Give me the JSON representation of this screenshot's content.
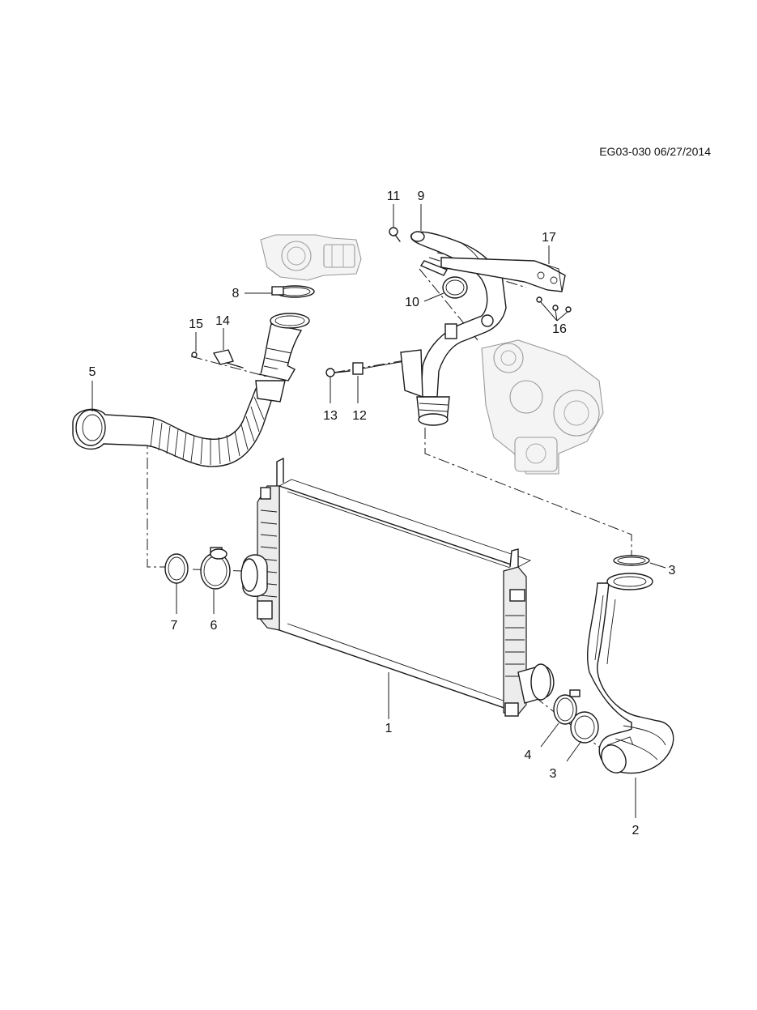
{
  "reference": "EG03-030 06/27/2014",
  "callouts": {
    "c1": "1",
    "c2": "2",
    "c3a": "3",
    "c3b": "3",
    "c4": "4",
    "c5": "5",
    "c6": "6",
    "c7": "7",
    "c8": "8",
    "c9": "9",
    "c10": "10",
    "c11": "11",
    "c12": "12",
    "c13": "13",
    "c14": "14",
    "c15": "15",
    "c16": "16",
    "c17": "17"
  }
}
